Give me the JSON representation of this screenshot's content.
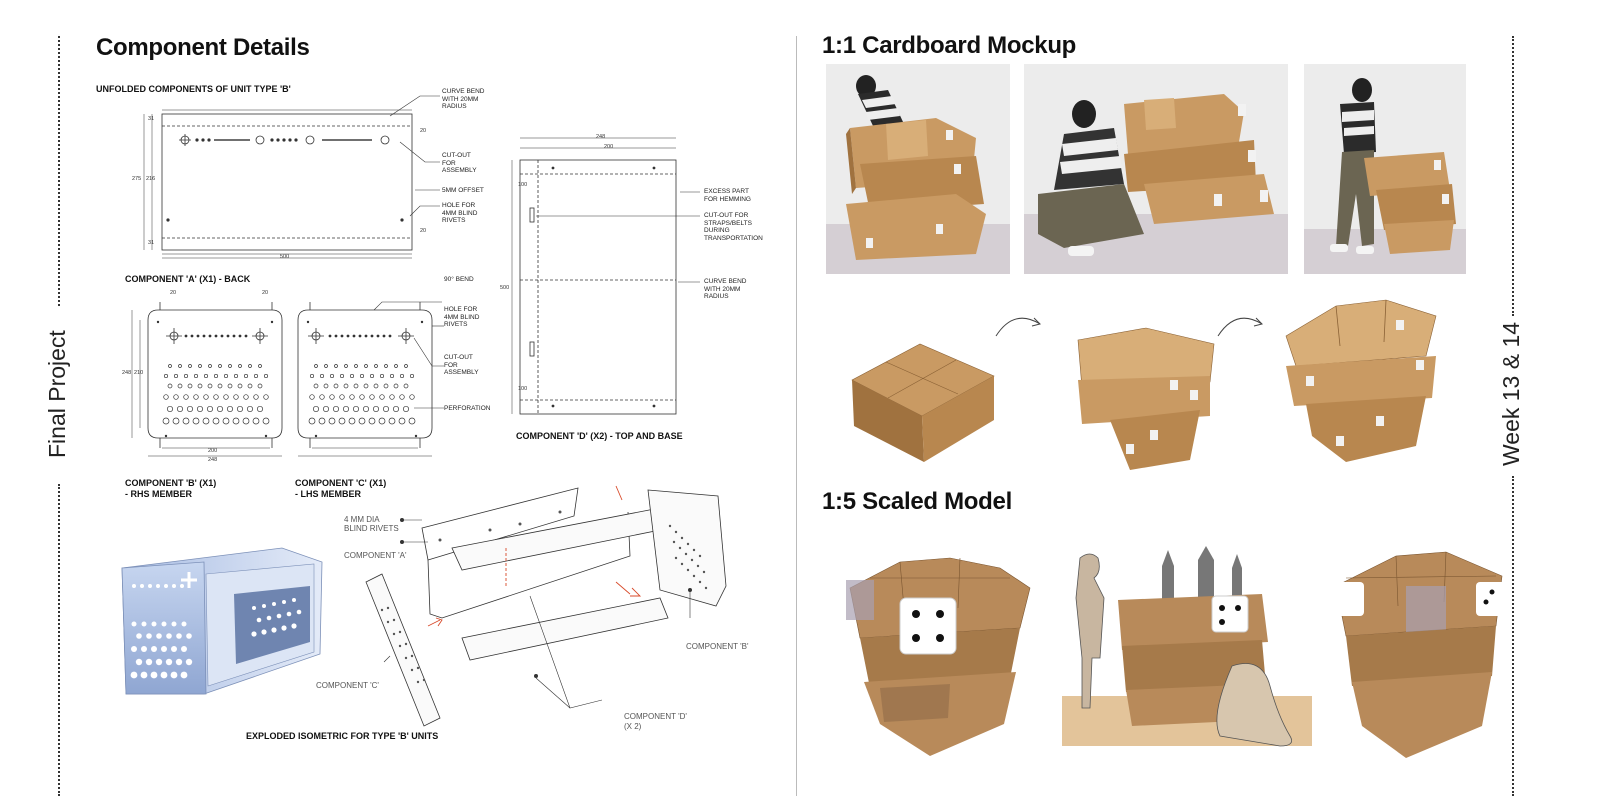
{
  "side": {
    "left_label": "Final Project",
    "right_label": "Week 13 & 14"
  },
  "left": {
    "title": "Component Details",
    "unfolded_heading": "UNFOLDED COMPONENTS OF UNIT TYPE 'B'",
    "comp_a_caption": "COMPONENT 'A' (X1) - BACK",
    "comp_b_caption_1": "COMPONENT 'B' (X1)",
    "comp_b_caption_2": "- RHS MEMBER",
    "comp_c_caption_1": "COMPONENT 'C' (X1)",
    "comp_c_caption_2": "- LHS MEMBER",
    "comp_d_caption": "COMPONENT 'D' (X2) - TOP AND BASE",
    "iso_caption": "EXPLODED ISOMETRIC FOR TYPE 'B' UNITS",
    "notes_a": {
      "curve_bend": "CURVE BEND\nWITH 20MM\nRADIUS",
      "cutout": "CUT-OUT\nFOR\nASSEMBLY",
      "offset": "5MM OFFSET",
      "hole": "HOLE FOR\n4MM BLIND\nRIVETS"
    },
    "notes_bc": {
      "bend": "90° BEND",
      "hole": "HOLE FOR\n4MM BLIND\nRIVETS",
      "cutout": "CUT-OUT\nFOR\nASSEMBLY",
      "perforation": "PERFORATION"
    },
    "notes_d": {
      "excess": "EXCESS PART\nFOR HEMMING",
      "cutout": "CUT-OUT FOR\nSTRAPS/BELTS\nDURING\nTRANSPORTATION",
      "curve_bend": "CURVE BEND\nWITH 20MM\nRADIUS"
    },
    "dims": {
      "a_width": "500",
      "a_h1": "275",
      "a_h2": "216",
      "a_top": "31",
      "a_bot": "31",
      "a_r1": "20",
      "a_r2": "20",
      "b_top1": "20",
      "b_top2": "20",
      "b_h1": "248",
      "b_h2": "210",
      "b_w": "200",
      "b_w2": "248",
      "d_w": "248",
      "d_w2": "200",
      "d_h": "500",
      "d_a": "100",
      "d_b": "100"
    },
    "iso_labels": {
      "rivets": "4 MM DIA\nBLIND RIVETS",
      "comp_a": "COMPONENT 'A'",
      "comp_b": "COMPONENT 'B'",
      "comp_c": "COMPONENT 'C'",
      "comp_d": "COMPONENT 'D'\n(X 2)"
    }
  },
  "right": {
    "mockup_title": "1:1 Cardboard Mockup",
    "scaled_title": "1:5 Scaled Model"
  },
  "colors": {
    "cardboard": "#c99a63",
    "cardboard_dark": "#a0723f",
    "mdf": "#b88a5a",
    "metal": "#9fb6de",
    "photo_bg": "#ececec",
    "floor": "#d5cfd4"
  }
}
